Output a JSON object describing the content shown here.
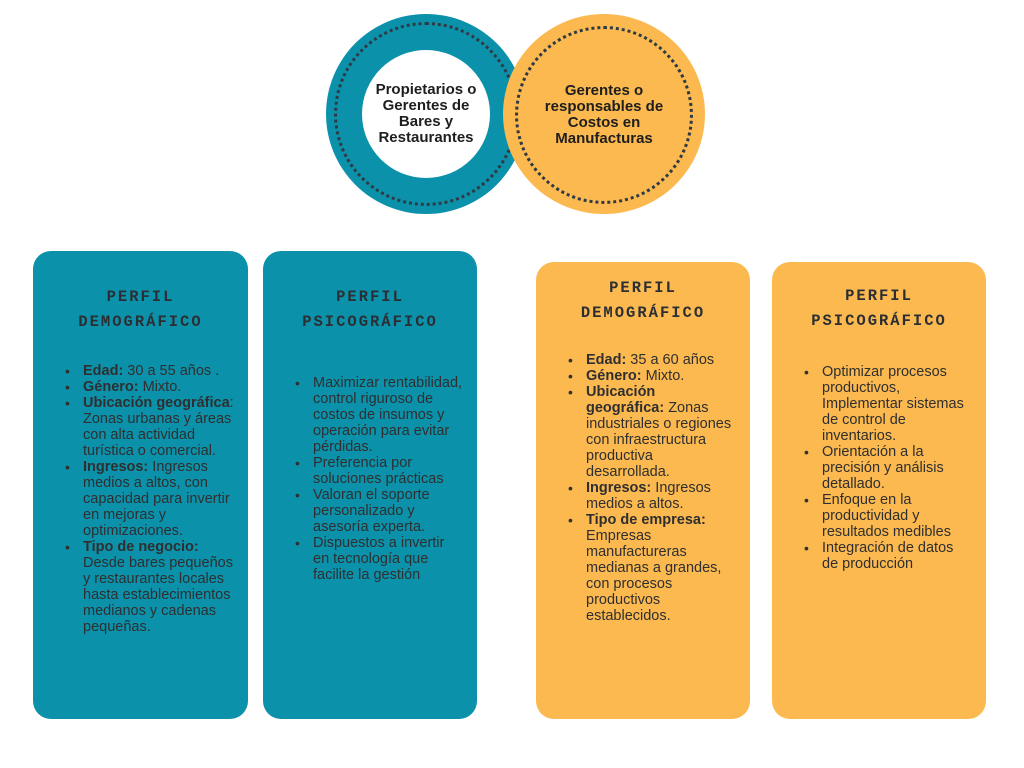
{
  "segments": {
    "left": "Propietarios o Gerentes de Bares y Restaurantes",
    "right": "Gerentes o responsables de Costos en Manufacturas"
  },
  "colors": {
    "teal": "#0b91aa",
    "orange": "#fbb950"
  },
  "cards": [
    {
      "title": "PERFIL DEMOGRÁFICO",
      "items": [
        {
          "label": "Edad:",
          "text": " 30 a 55 años ."
        },
        {
          "label": "Género:",
          "text": " Mixto."
        },
        {
          "label": "Ubicación geográfica",
          "text": ": Zonas urbanas y áreas con alta actividad turística o comercial."
        },
        {
          "label": "Ingresos:",
          "text": " Ingresos medios a altos, con capacidad para invertir en mejoras y optimizaciones."
        },
        {
          "label": "Tipo de negocio:",
          "text": " Desde bares pequeños y restaurantes locales hasta establecimientos medianos y cadenas pequeñas."
        }
      ]
    },
    {
      "title": "PERFIL PSICOGRÁFICO",
      "items": [
        {
          "label": "",
          "text": "Maximizar rentabilidad, control riguroso de costos de insumos y operación para evitar pérdidas."
        },
        {
          "label": "",
          "text": "Preferencia por soluciones prácticas"
        },
        {
          "label": "",
          "text": "Valoran el soporte personalizado y asesoría experta."
        },
        {
          "label": "",
          "text": "Dispuestos a invertir en tecnología que facilite la gestión"
        }
      ]
    },
    {
      "title": "PERFIL DEMOGRÁFICO",
      "items": [
        {
          "label": "Edad:",
          "text": " 35 a 60 años"
        },
        {
          "label": "Género:",
          "text": " Mixto."
        },
        {
          "label": "Ubicación geográfica:",
          "text": " Zonas industriales o regiones con infraestructura productiva desarrollada."
        },
        {
          "label": "Ingresos:",
          "text": " Ingresos medios a altos."
        },
        {
          "label": "Tipo de empresa:",
          "text": " Empresas manufactureras medianas a grandes, con procesos productivos establecidos."
        }
      ]
    },
    {
      "title": "PERFIL PSICOGRÁFICO",
      "items": [
        {
          "label": "",
          "text": "Optimizar procesos productivos, Implementar sistemas de control de inventarios."
        },
        {
          "label": "",
          "text": "Orientación a la precisión y análisis detallado."
        },
        {
          "label": "",
          "text": "Enfoque en la productividad y resultados medibles"
        },
        {
          "label": "",
          "text": "Integración de datos de producción"
        }
      ]
    }
  ]
}
